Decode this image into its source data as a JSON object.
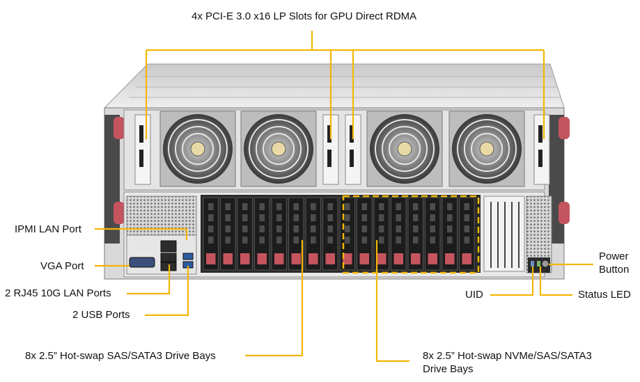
{
  "diagram": {
    "accent_color": "#f2b705",
    "labels": {
      "pcie": "4x PCI-E 3.0 x16 LP Slots for GPU Direct RDMA",
      "ipmi": "IPMI LAN Port",
      "vga": "VGA Port",
      "rj45": "2 RJ45 10G LAN Ports",
      "usb": "2 USB Ports",
      "sas_bays": "8x 2.5” Hot-swap SAS/SATA3 Drive Bays",
      "nvme_bays_line1": "8x 2.5” Hot-swap NVMe/SAS/SATA3",
      "nvme_bays_line2": "Drive Bays",
      "power_line1": "Power",
      "power_line2": "Button",
      "uid": "UID",
      "status_led": "Status LED"
    },
    "components": [
      "server-chassis",
      "fan",
      "pcie-slot",
      "drive-bay",
      "ipmi-port",
      "vga-port",
      "rj45-port",
      "usb-port",
      "power-button",
      "uid-button",
      "status-led"
    ]
  }
}
